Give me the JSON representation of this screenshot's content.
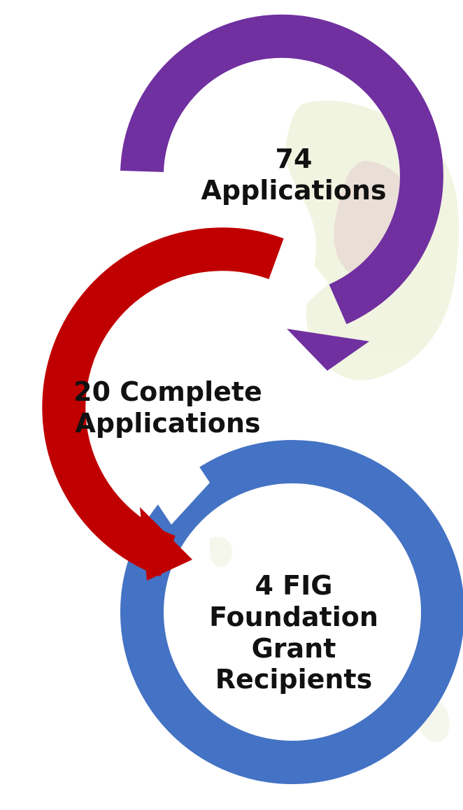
{
  "stages": [
    {
      "line1": "74",
      "line2": "Applications"
    },
    {
      "line1": "20 Complete",
      "line2": "Applications"
    },
    {
      "line1": "4 FIG",
      "line2": "Foundation",
      "line3": "Grant",
      "line4": "Recipients"
    }
  ],
  "colors": {
    "stage1_arrow": "#7030a0",
    "stage2_arrow": "#c00000",
    "stage3_ring": "#4472c4",
    "background_map": "#e8eecd"
  },
  "icons": {
    "stage1": "circular-arrow-icon",
    "stage2": "circular-arrow-icon",
    "stage3": "ring-icon"
  }
}
